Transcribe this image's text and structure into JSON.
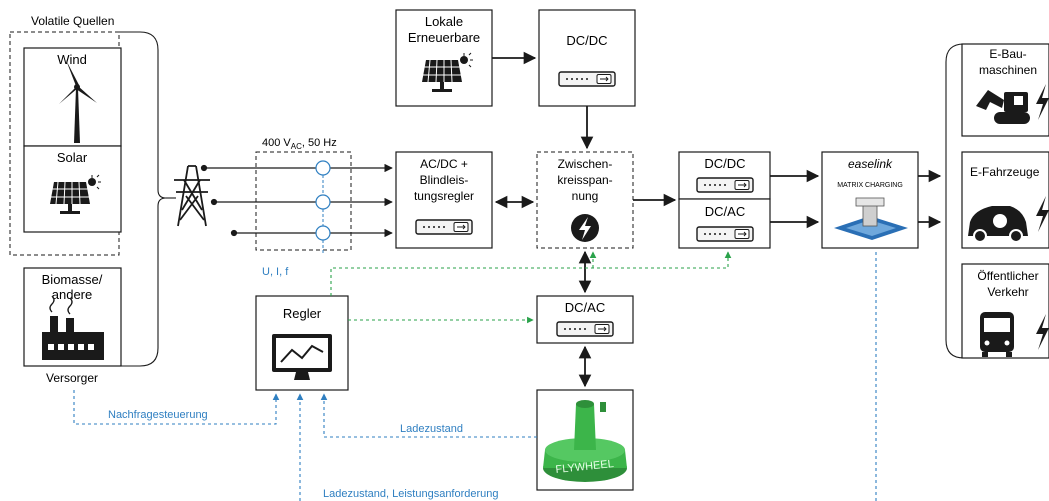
{
  "sources": {
    "group_label": "Volatile Quellen",
    "wind": "Wind",
    "solar": "Solar",
    "biomass_line1": "Biomasse/",
    "biomass_line2": "andere",
    "supplier": "Versorger"
  },
  "local": {
    "line1": "Lokale",
    "line2": "Erneuerbare"
  },
  "grid": {
    "label_main": "400 V",
    "label_sub": "AC",
    "label_tail": ", 50 Hz",
    "measure": "U, I, f"
  },
  "converters": {
    "dcdc_top": "DC/DC",
    "acdc_l1": "AC/DC +",
    "acdc_l2": "Blindleis-",
    "acdc_l3": "tungsregler",
    "dc_link_l1": "Zwischen-",
    "dc_link_l2": "kreisspan-",
    "dc_link_l3": "nung",
    "dcdc_right": "DC/DC",
    "dcac_right": "DC/AC",
    "dcac_flywheel": "DC/AC"
  },
  "controller": {
    "label": "Regler"
  },
  "charger": {
    "brand": "easelink",
    "subtitle": "MATRIX CHARGING"
  },
  "flywheel": {
    "label": "FLYWHEEL"
  },
  "consumers": {
    "construction_l1": "E-Bau-",
    "construction_l2": "maschinen",
    "vehicles": "E-Fahrzeuge",
    "transit_l1": "Öffentlicher",
    "transit_l2": "Verkehr"
  },
  "signals": {
    "demand": "Nachfragesteuerung",
    "charge_state": "Ladezustand",
    "charge_power": "Ladezustand, Leistungsanforderung"
  },
  "colors": {
    "box_border": "#1a1a1a",
    "signal_blue": "#2f7fc1",
    "signal_green": "#2aa24a",
    "flywheel_green": "#3cb54a",
    "charger_blue": "#2a6fb5"
  }
}
